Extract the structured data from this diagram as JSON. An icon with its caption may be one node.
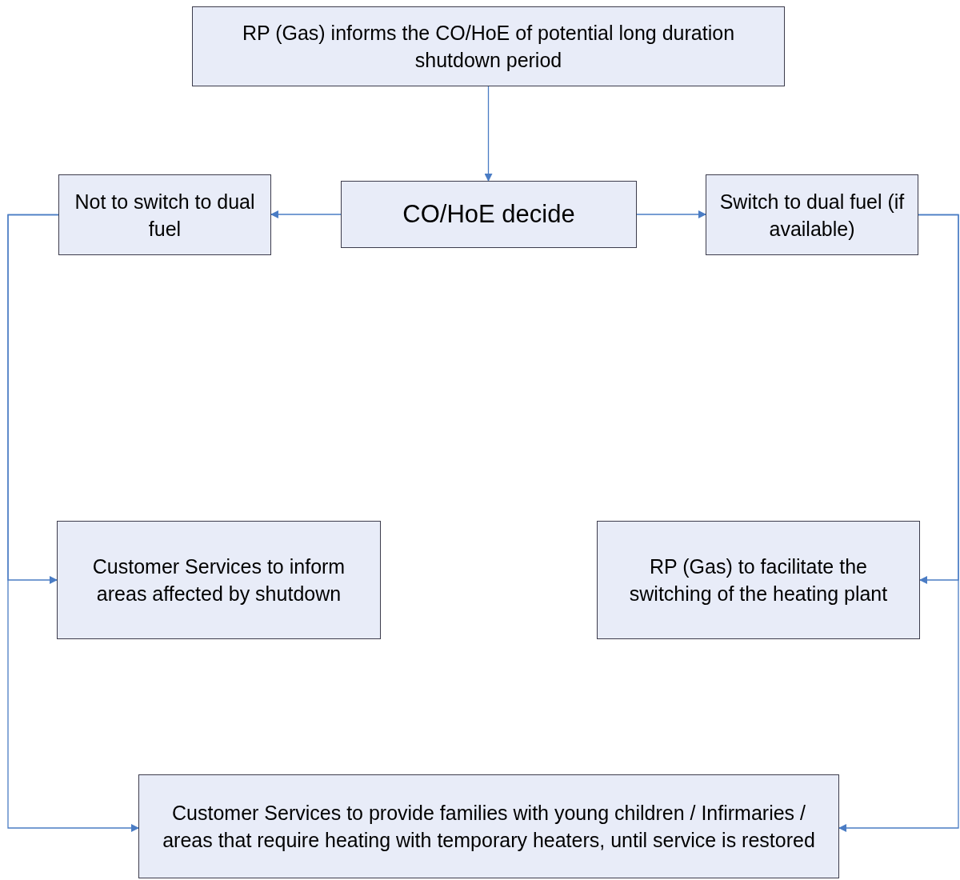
{
  "diagram": {
    "nodes": [
      {
        "text": [
          "RP (Gas) informs the CO/HoE of potential long duration shutdown period"
        ]
      },
      {
        "text": [
          "CO/HoE decide"
        ]
      },
      {
        "text": [
          "Not to switch to dual fuel"
        ]
      },
      {
        "text": [
          "Switch to dual fuel (if available)"
        ]
      },
      {
        "text": [
          "Customer Services to inform areas affected by shutdown"
        ]
      },
      {
        "text": [
          "RP (Gas) to facilitate the switching of the heating plant"
        ]
      },
      {
        "text": [
          "Customer Services to provide families with young children / Infirmaries / areas that require heating with temporary heaters, until service is restored"
        ]
      }
    ],
    "edges": [
      {
        "from": 0,
        "to": 1,
        "arrow": "to"
      },
      {
        "from": 1,
        "to": 2,
        "arrow": "to"
      },
      {
        "from": 1,
        "to": 3,
        "arrow": "to"
      },
      {
        "from": 2,
        "to": 4,
        "arrow": "to"
      },
      {
        "from": 2,
        "to": 6,
        "arrow": "to"
      },
      {
        "from": 3,
        "to": 5,
        "arrow": "to"
      },
      {
        "from": 3,
        "to": 6,
        "arrow": "to"
      }
    ]
  }
}
